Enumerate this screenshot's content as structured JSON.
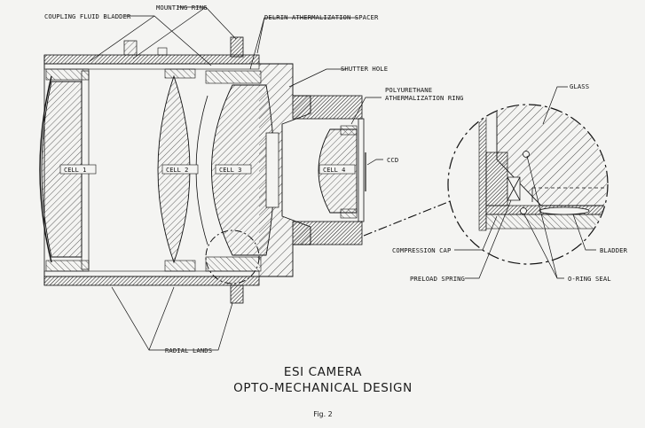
{
  "labels": {
    "coupling_fluid_bladder": "COUPLING FLUID BLADDER",
    "mounting_ring": "MOUNTING RING",
    "delrin_spacer": "DELRIN ATHERMALIZATION SPACER",
    "shutter_hole": "SHUTTER HOLE",
    "polyurethane_line1": "POLYURETHANE",
    "polyurethane_line2": "ATHERMALIZATION RING",
    "glass": "GLASS",
    "ccd": "CCD",
    "compression_cap": "COMPRESSION CAP",
    "bladder": "BLADDER",
    "preload_spring": "PRELOAD SPRING",
    "oring_seal": "O-RING SEAL",
    "radial_lands": "RADIAL LANDS"
  },
  "cells": {
    "cell1": "CELL 1",
    "cell2": "CELL 2",
    "cell3": "CELL 3",
    "cell4": "CELL 4"
  },
  "title": {
    "line1": "ESI CAMERA",
    "line2": "OPTO-MECHANICAL DESIGN",
    "figure": "Fig. 2"
  },
  "colors": {
    "ink": "#111111",
    "paper": "#f4f4f2"
  }
}
